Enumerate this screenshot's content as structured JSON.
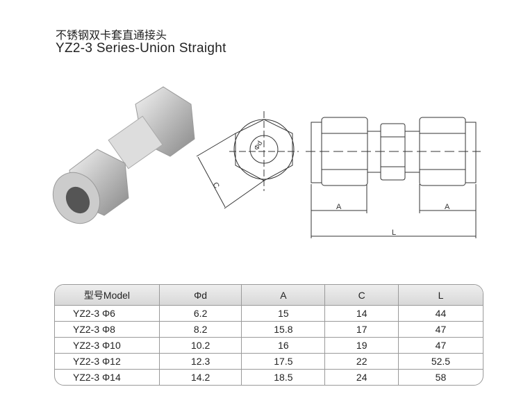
{
  "title": {
    "cn": "不锈钢双卡套直通接头",
    "en": "YZ2-3 Series-Union Straight"
  },
  "drawing": {
    "label_c": "C",
    "label_d": "Φd",
    "label_a": "A",
    "label_l": "L"
  },
  "table": {
    "headers": [
      "型号Model",
      "Φd",
      "A",
      "C",
      "L"
    ],
    "rows": [
      [
        "YZ2-3 Φ6",
        "6.2",
        "15",
        "14",
        "44"
      ],
      [
        "YZ2-3 Φ8",
        "8.2",
        "15.8",
        "17",
        "47"
      ],
      [
        "YZ2-3 Φ10",
        "10.2",
        "16",
        "19",
        "47"
      ],
      [
        "YZ2-3 Φ12",
        "12.3",
        "17.5",
        "22",
        "52.5"
      ],
      [
        "YZ2-3 Φ14",
        "14.2",
        "18.5",
        "24",
        "58"
      ]
    ]
  }
}
